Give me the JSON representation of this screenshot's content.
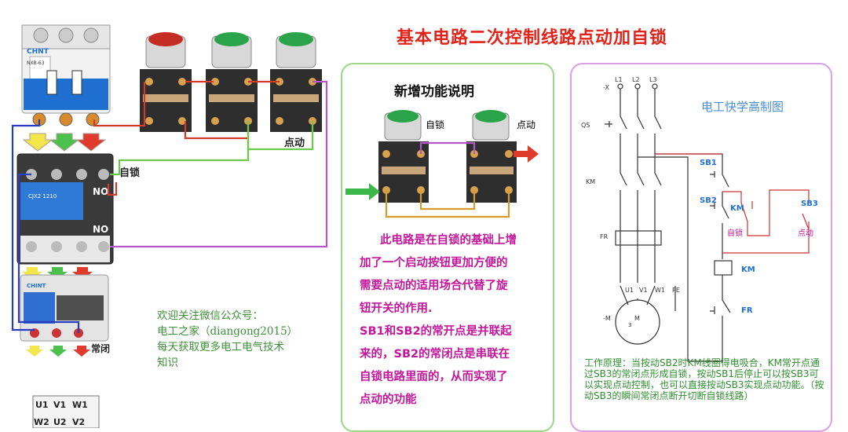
{
  "title": "基本电路二次控制线路点动加自锁",
  "left": {
    "breaker_brand": "CHNT",
    "breaker_model": "NXB-63",
    "contactor_model": "CJX2 1210",
    "contactor_no_top": "NO",
    "contactor_no_bottom": "NO",
    "relay_brand": "CHINT",
    "relay_label": "常闭",
    "label_selflock": "自锁",
    "label_jog": "点动",
    "terminals_top": [
      "U1",
      "V1",
      "W1"
    ],
    "terminals_bottom": [
      "W2",
      "U2",
      "V2"
    ]
  },
  "wechat": {
    "lines": [
      "欢迎关注微信公众号：",
      "电工之家（diangong2015）",
      "每天获取更多电工电气技术",
      "知识"
    ]
  },
  "middle": {
    "title": "新增功能说明",
    "label_selflock": "自锁",
    "label_jog": "点动",
    "description": [
      "此电路是在自锁的基础上增",
      "加了一个启动按钮更加方便的",
      "需要点动的适用场合代替了旋",
      "钮开关的作用.",
      "SB1和SB2的常开点是并联起",
      "来的，SB2的常闭点是串联在",
      "自锁电路里面的，从而实现了",
      "点动的功能"
    ]
  },
  "right": {
    "brand": "电工快学高制图",
    "phases": [
      "L1",
      "L2",
      "L3"
    ],
    "phase_prefix": "-X",
    "qs": "QS",
    "km_main": "KM",
    "fr": "FR",
    "motor_terms": [
      "U1",
      "V1",
      "W1",
      "PE"
    ],
    "motor_label": "-M",
    "motor_m": "M",
    "motor_3": "3",
    "sb1": "SB1",
    "sb2": "SB2",
    "sb3": "SB3",
    "km_contact": "KM",
    "km_coil": "KM",
    "fr_contact": "FR",
    "selflock": "自锁",
    "jog": "点动",
    "working_principle": "工作原理：当按动SB2时KM线圈得电吸合，KM常开点通过SB3的常闭点形成自锁，按动SB1后停止可以按SB3可以实现点动控制，也可以直接按动SB3实现点动功能。（按动SB3的瞬间常闭点断开切断自锁线路）"
  },
  "colors": {
    "title": "#e2231a",
    "description": "#c3169b",
    "wechat": "#3f8f3a",
    "brand": "#4a8fd0",
    "panel_green": "#9bd88a",
    "panel_purple": "#d9a0e6"
  }
}
